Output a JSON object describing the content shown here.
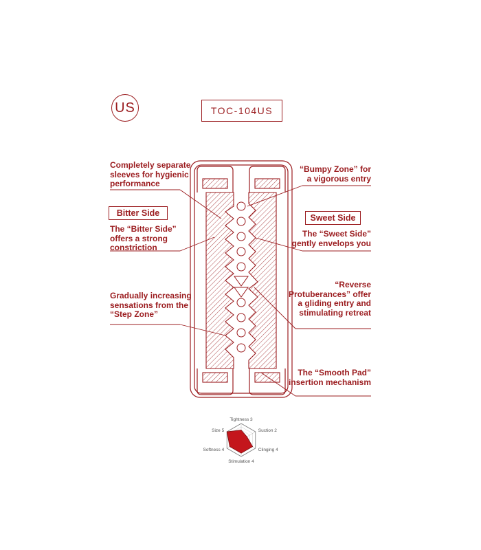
{
  "region_badge": "US",
  "model_code": "TOC-104US",
  "colors": {
    "accent": "#9b1c1f",
    "radar_fill": "#c4161c",
    "radar_grid": "#999999"
  },
  "callouts": {
    "sleeves": "Completely separate\nsleeves for hygienic\nperformance",
    "bitter_side_title": "Bitter Side",
    "bitter_side_desc": "The “Bitter Side”\noffers a strong\nconstriction",
    "step_zone": "Gradually increasing\nsensations from the\n“Step Zone”",
    "bumpy_zone": "“Bumpy Zone” for\na vigorous entry",
    "sweet_side_title": "Sweet Side",
    "sweet_side_desc": "The “Sweet Side”\ngently envelops you",
    "reverse_protuberances": "“Reverse\nProtuberances” offer\na gliding entry and\nstimulating retreat",
    "smooth_pad": "The “Smooth Pad”\ninsertion mechanism"
  },
  "radar": {
    "max": 5,
    "axes": [
      {
        "label": "Tightness 3",
        "value": 3
      },
      {
        "label": "Suction 2",
        "value": 2
      },
      {
        "label": "Clinging 4",
        "value": 4
      },
      {
        "label": "Stimulation 4",
        "value": 4
      },
      {
        "label": "Softness 4",
        "value": 4
      },
      {
        "label": "Size 5",
        "value": 5
      }
    ]
  }
}
